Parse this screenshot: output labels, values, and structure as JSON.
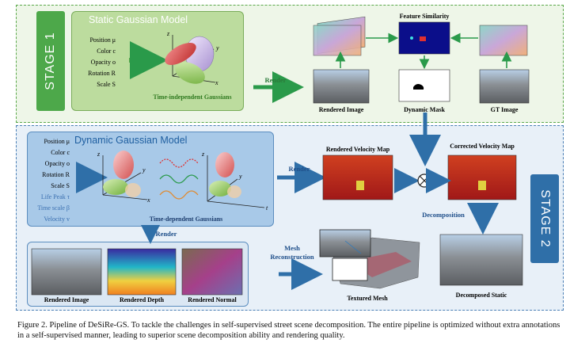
{
  "stage1": {
    "label": "STAGE 1"
  },
  "stage2": {
    "label": "STAGE 2"
  },
  "static_model": {
    "title": "Static Gaussian Model",
    "params": [
      "Position μ",
      "Color c",
      "Opacity o",
      "Rotation R",
      "Scale S"
    ],
    "subtitle": "Time-independent Gaussians"
  },
  "dynamic_model": {
    "title": "Dynamic Gaussian Model",
    "params": [
      "Position μ",
      "Color c",
      "Opacity o",
      "Rotation R",
      "Scale S"
    ],
    "extra_params": [
      "Life Peak τ",
      "Time scale β",
      "Velocity v"
    ],
    "subtitle": "Time-dependent Gaussians"
  },
  "axes": {
    "x": "x",
    "y": "y",
    "z": "z",
    "t": "t"
  },
  "labels": {
    "render": "Render",
    "feature_similarity": "Feature Similarity",
    "rendered_image": "Rendered Image",
    "dynamic_mask": "Dynamic Mask",
    "gt_image": "GT Image",
    "rendered_velocity_map": "Rendered Velocity Map",
    "corrected_velocity_map": "Corrected Velocity Map",
    "decomposition": "Decomposition",
    "mesh_reconstruction_1": "Mesh",
    "mesh_reconstruction_2": "Reconstruction",
    "textured_mesh": "Textured Mesh",
    "decomposed_static": "Decomposed Static",
    "rendered_depth": "Rendered Depth",
    "rendered_normal": "Rendered Normal"
  },
  "caption": "Figure 2. Pipeline of DeSiRe-GS. To tackle the challenges in self-supervised street scene decomposition. The entire pipeline is optimized without extra annotations in a self-supervised manner, leading to superior scene decomposition ability and rendering quality.",
  "colors": {
    "stage1": "#4da84a",
    "stage2": "#2f6fa8",
    "static_title": "#ffffff",
    "dynamic_title": "#1f5fa0"
  }
}
